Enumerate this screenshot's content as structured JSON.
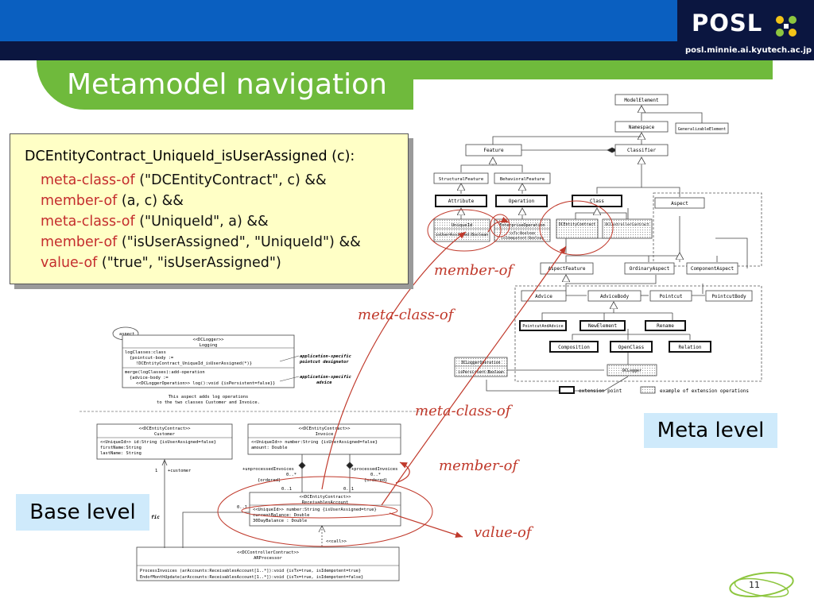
{
  "header": {
    "logo": "POSL",
    "url": "posl.minnie.ai.kyutech.ac.jp",
    "title": "Metamodel navigation"
  },
  "callout": {
    "heading": "DCEntityContract_UniqueId_isUserAssigned (c):",
    "lines": [
      {
        "kw": "meta-class-of",
        "rest": " (\"DCEntityContract\", c) &&"
      },
      {
        "kw": "member-of",
        "rest": " (a, c) &&"
      },
      {
        "kw": "meta-class-of",
        "rest": " (\"UniqueId\", a) &&"
      },
      {
        "kw": "member-of",
        "rest": " (\"isUserAssigned\", \"UniqueId\") &&"
      },
      {
        "kw": "value-of",
        "rest": " (\"true\", \"isUserAssigned\")"
      }
    ]
  },
  "relations": {
    "member_of_1": "member-of",
    "meta_class_of_1": "meta-class-of",
    "meta_class_of_2": "meta-class-of",
    "member_of_2": "member-of",
    "value_of": "value-of"
  },
  "levels": {
    "meta": "Meta level",
    "base": "Base level"
  },
  "metamodel": {
    "model_element": "ModelElement",
    "namespace": "Namespace",
    "generalizable_element": "GeneralizableElement",
    "feature": "Feature",
    "classifier": "Classifier",
    "structural_feature": "StructuralFeature",
    "behavioral_feature": "BehavioralFeature",
    "attribute": "Attribute",
    "operation": "Operation",
    "class": "Class",
    "aspect": "Aspect",
    "unique_id": "UniqueId",
    "unique_id_attr": "isUserAssigned:Boolean",
    "enterprise_operation": "EnterpriseOperation",
    "enterprise_op_attr1": "isTx:Boolean",
    "enterprise_op_attr2": "isIdempotent:Boolean",
    "dc_entity_contract": "DCEntityContract",
    "dc_controller_contract": "DCControllerContract",
    "aspect_feature": "AspectFeature",
    "ordinary_aspect": "OrdinaryAspect",
    "component_aspect": "ComponentAspect",
    "advice": "Advice",
    "advice_body": "AdviceBody",
    "pointcut": "Pointcut",
    "pointcut_body": "PointcutBody",
    "pointcut_and_advice": "PointcutAndAdvice",
    "new_element": "NewElement",
    "rename": "Rename",
    "composition": "Composition",
    "open_class": "OpenClass",
    "relation": "Relation",
    "dc_logger_operation": "DCLoggerOperation",
    "dc_logger_op_attr": "isPersistent:Boolean",
    "dc_logger": "DCLogger",
    "legend_ext_point": "extension point",
    "legend_example": "example of extension operations"
  },
  "base": {
    "aspect_tag": "aspect",
    "logging_stereo": "<<DCLogger>>",
    "logging_name": "Logging",
    "logging_body1": "logClasses:class",
    "logging_body2": "{pointcut-body :=",
    "logging_body3": "!DCEntityContract_UniqueId_isUserAssigned(*)}",
    "logging_body4": "merge(logClasses):add-operation",
    "logging_body5": "{advice-body :=",
    "logging_body6": "<<DCLoggerOperation>> log():void {isPersistent=false}}",
    "note1a": "application-specific",
    "note1b": "pointcut designator",
    "note2a": "application-specific",
    "note2b": "advice",
    "desc1": "This aspect adds log operations",
    "desc2": "to the two classes Customer and Invoice.",
    "customer_stereo": "<<DCEntityContract>>",
    "customer_name": "Customer",
    "customer_a1": "<<UniqueId>> id:String {isUserAssigned=false}",
    "customer_a2": "firstName:String",
    "customer_a3": "lastName: String",
    "invoice_stereo": "<<DCEntityContract>>",
    "invoice_name": "Invoice",
    "invoice_a1": "<<UniqueId>> number:String {isUserAssigned=false}",
    "invoice_a2": "amount: Double",
    "mult_1": "1",
    "role_customer": "+customer",
    "role_unprocessed": "+unprocessedInvoices",
    "mult_0star_a": "0..*",
    "ordered_a": "{ordered}",
    "role_processed": "+processedInvoices",
    "mult_0star_b": "0..*",
    "ordered_b": "{ordered}",
    "mult_01_a": "0..1",
    "mult_01_b": "0..1",
    "mult_01_c": "0..1",
    "ra_stereo": "<<DCEntityContract>>",
    "ra_name": "ReceivablesAccount",
    "ra_a1": "<<UniqueId>> number:String {isUserAssigned=true}",
    "ra_a2": "currentBalance: Double",
    "ra_a3": "30DayBalance : Double",
    "call": "<<call>>",
    "fic": "fic",
    "ar_stereo": "<<DCControllerContract>>",
    "ar_name": "ARProcessor",
    "ar_op1": "ProcessInvoices (arAccounts:ReceivablesAccount[1..*]):void {isTx=true, isIdempotent=true}",
    "ar_op2": "EndofMonthUpdate(arAccounts:ReceivablesAccount[1..*]):void {isTx=true, isIdempotent=false}"
  },
  "page_number": "11"
}
